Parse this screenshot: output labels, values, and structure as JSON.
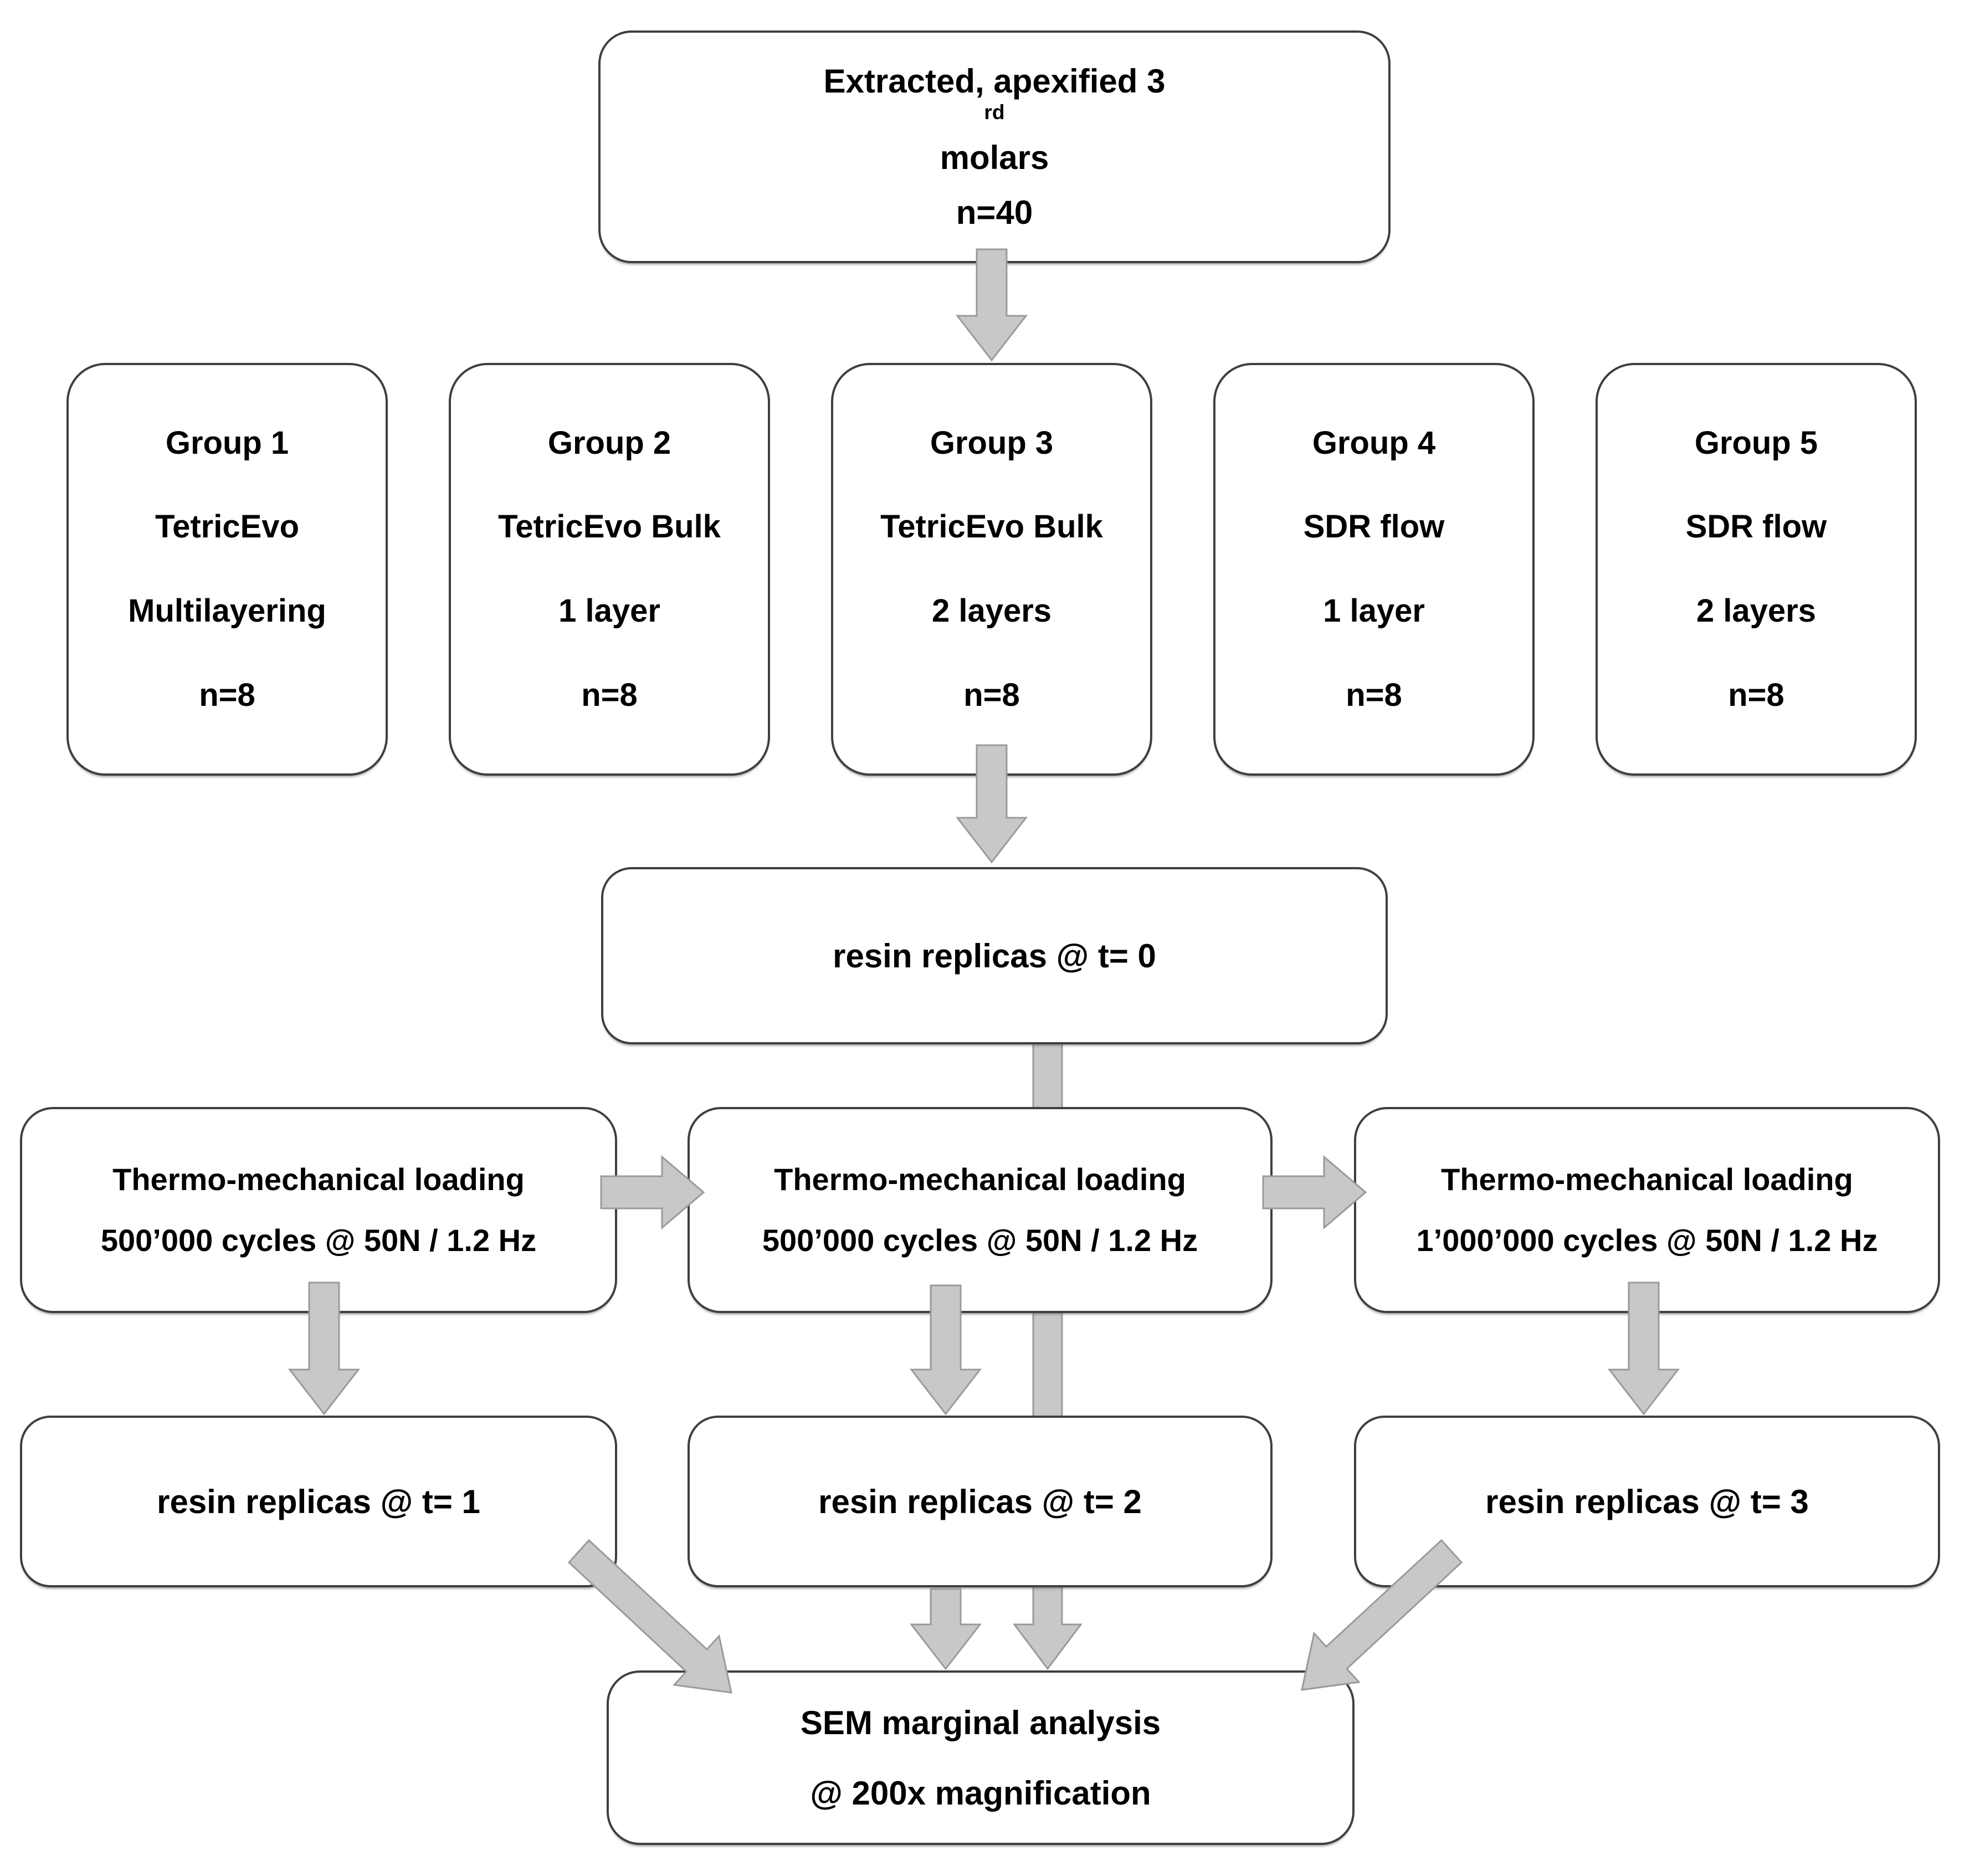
{
  "diagram": {
    "title_box": {
      "line1_pre": "Extracted, apexified 3",
      "line1_sup": "rd",
      "line1_post": " molars",
      "line2": "n=40"
    },
    "groups": [
      {
        "name": "Group 1",
        "material": "TetricEvo",
        "technique": "Multilayering",
        "count": "n=8"
      },
      {
        "name": "Group 2",
        "material": "TetricEvo Bulk",
        "technique": "1 layer",
        "count": "n=8"
      },
      {
        "name": "Group 3",
        "material": "TetricEvo Bulk",
        "technique": "2 layers",
        "count": "n=8"
      },
      {
        "name": "Group 4",
        "material": "SDR flow",
        "technique": "1 layer",
        "count": "n=8"
      },
      {
        "name": "Group 5",
        "material": "SDR flow",
        "technique": "2 layers",
        "count": "n=8"
      }
    ],
    "replica_t0": "resin replicas @ t= 0",
    "loading": [
      {
        "line1": "Thermo-mechanical loading",
        "line2": "500’000 cycles @ 50N / 1.2 Hz"
      },
      {
        "line1": "Thermo-mechanical loading",
        "line2": "500’000 cycles @ 50N / 1.2 Hz"
      },
      {
        "line1": "Thermo-mechanical loading",
        "line2": "1’000’000 cycles @ 50N / 1.2 Hz"
      }
    ],
    "replicas": [
      "resin replicas @ t= 1",
      "resin replicas @ t= 2",
      "resin replicas @ t= 3"
    ],
    "sem_box": {
      "line1": "SEM marginal analysis",
      "line2": "@ 200x magnification"
    },
    "colors": {
      "arrow_fill": "#c8c8c8",
      "arrow_stroke": "#9a9a9a",
      "box_border": "#3f3f3f",
      "text": "#000000"
    }
  }
}
